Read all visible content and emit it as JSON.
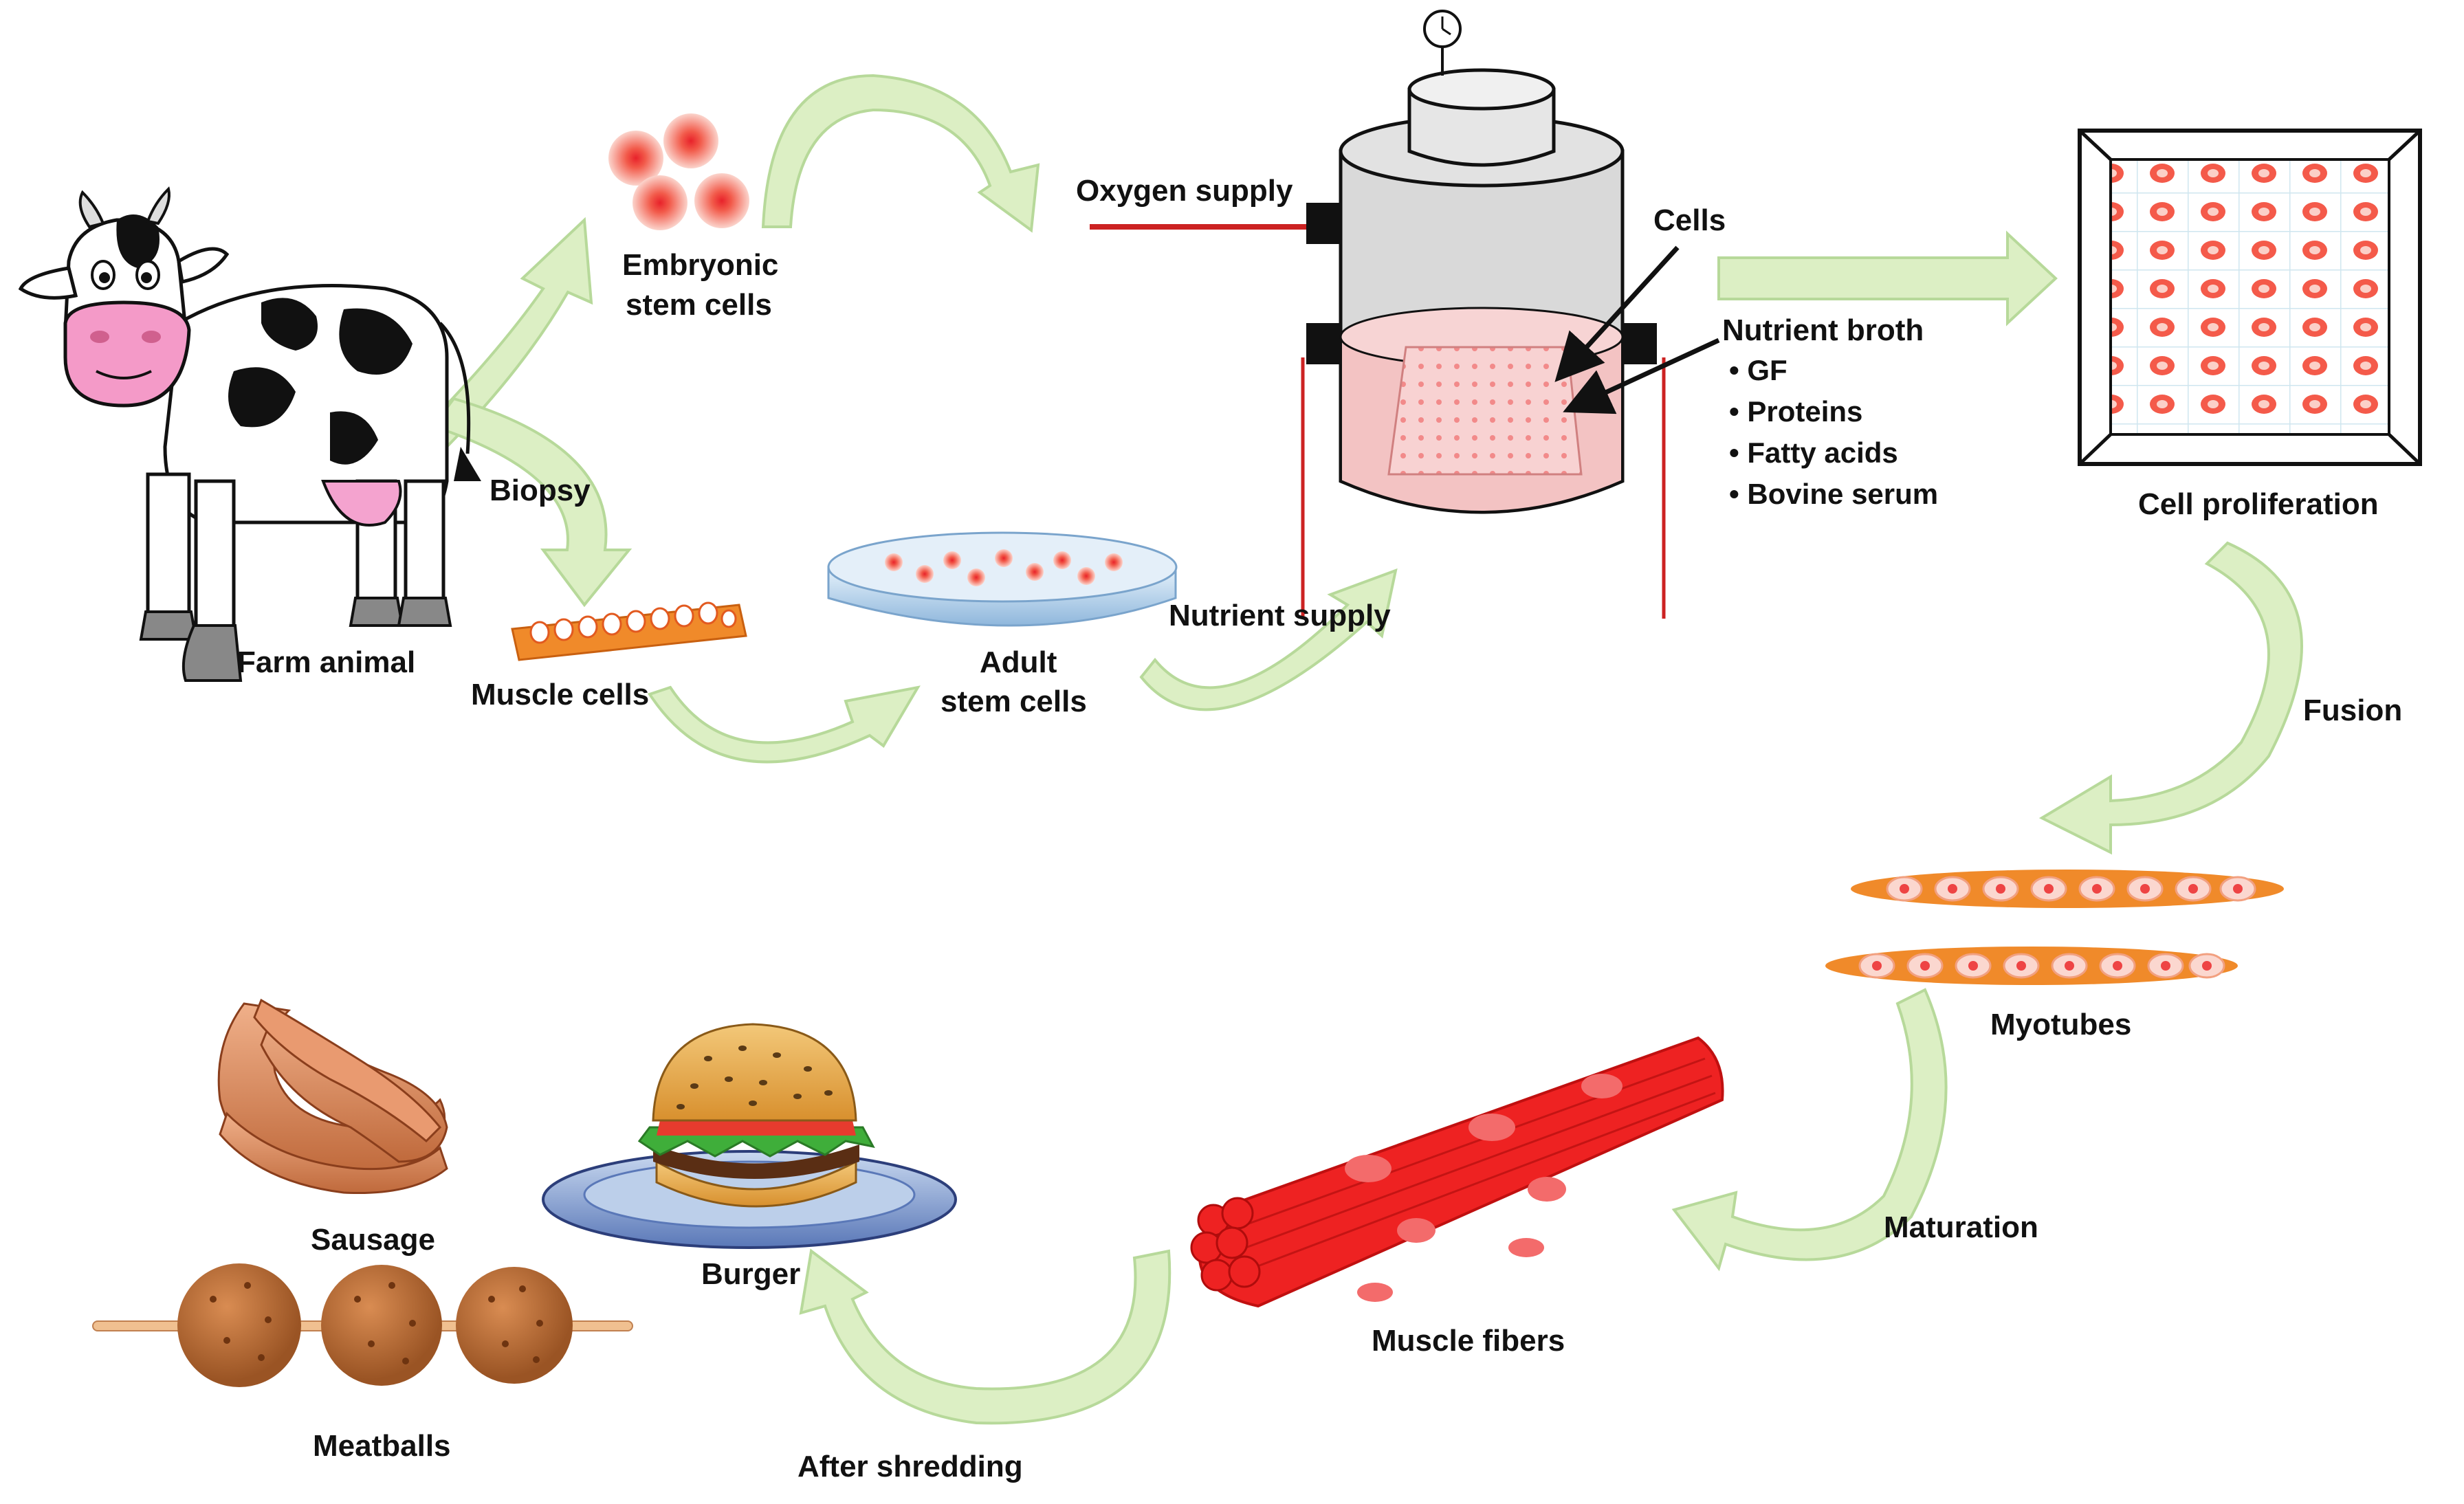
{
  "labels": {
    "farm_animal": "Farm animal",
    "biopsy": "Biopsy",
    "embryonic_1": "Embryonic",
    "embryonic_2": "stem cells",
    "muscle_cells": "Muscle cells",
    "adult_1": "Adult",
    "adult_2": "stem cells",
    "oxygen_supply": "Oxygen supply",
    "nutrient_supply": "Nutrient supply",
    "cells": "Cells",
    "nutrient_broth": "Nutrient broth",
    "broth_items": [
      "• GF",
      "• Proteins",
      "• Fatty acids",
      "• Bovine serum"
    ],
    "cell_proliferation": "Cell proliferation",
    "fusion": "Fusion",
    "myotubes": "Myotubes",
    "maturation": "Maturation",
    "muscle_fibers": "Muscle fibers",
    "after_shredding": "After shredding",
    "burger": "Burger",
    "sausage": "Sausage",
    "meatballs": "Meatballs"
  },
  "colors": {
    "arrow_fill": "#dcefc4",
    "arrow_edge": "#b7d99a",
    "cell_red": "#f04a3a",
    "muscle_orange": "#f08a2a",
    "fiber_red": "#ee2222",
    "bioreactor_gray": "#d9d9d9",
    "broth_pink": "#f3c3c3",
    "supply_line": "#cc2222"
  },
  "icons": [
    "cow-icon",
    "pressure-gauge-icon",
    "burger-icon",
    "sausage-icon",
    "meatballs-icon",
    "petri-dish-icon"
  ]
}
